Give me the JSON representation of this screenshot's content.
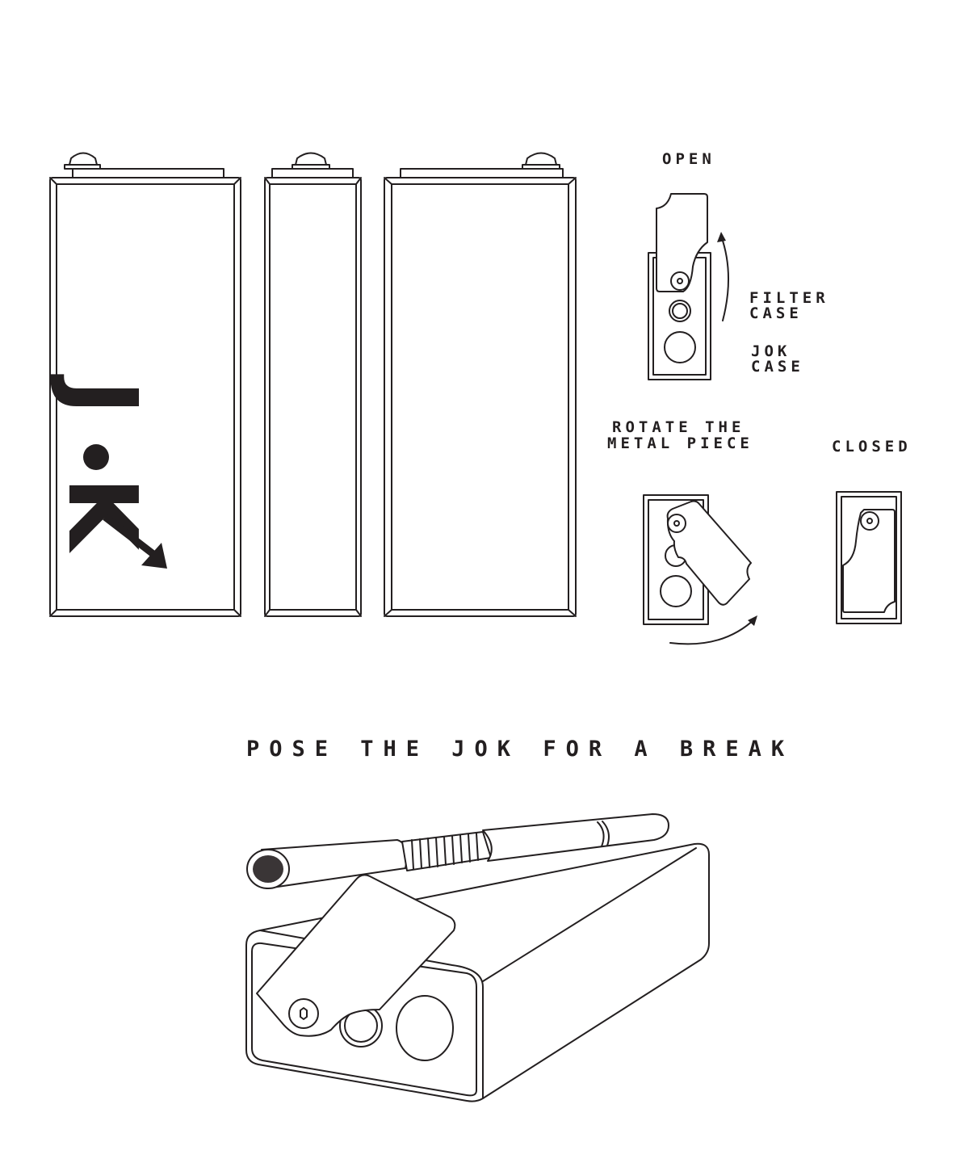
{
  "logo": {
    "text": "J●K"
  },
  "labels": {
    "open": "OPEN",
    "filter_case_1": "FILTER",
    "filter_case_2": "CASE",
    "jok_case_1": "JOK",
    "jok_case_2": "CASE",
    "rotate_1": "ROTATE THE",
    "rotate_2": "METAL PIECE",
    "closed": "CLOSED"
  },
  "title": "POSE THE JOK FOR A BREAK",
  "colors": {
    "ink": "#231f20",
    "background": "#ffffff"
  }
}
